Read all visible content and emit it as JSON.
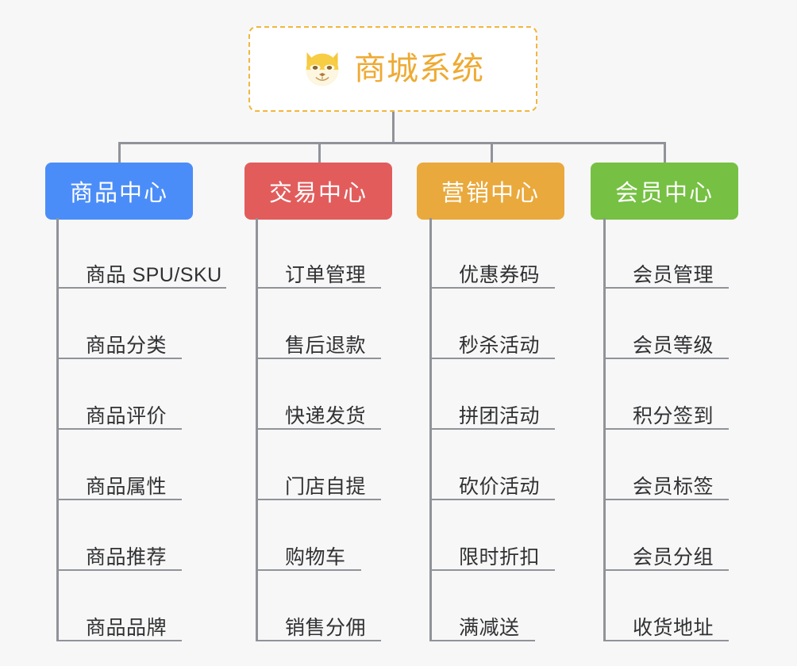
{
  "background_color": "#f7f7f7",
  "root": {
    "title": "商城系统",
    "icon": "shiba-dog-icon",
    "text_color": "#eeaa33",
    "border_color": "#f0b73e",
    "background_color": "#ffffff"
  },
  "connector_color": "#909399",
  "columns": [
    {
      "title": "商品中心",
      "color": "#4b8df8",
      "items": [
        {
          "label": "商品 SPU/SKU"
        },
        {
          "label": "商品分类"
        },
        {
          "label": "商品评价"
        },
        {
          "label": "商品属性"
        },
        {
          "label": "商品推荐"
        },
        {
          "label": "商品品牌"
        }
      ]
    },
    {
      "title": "交易中心",
      "color": "#e25c5c",
      "items": [
        {
          "label": "订单管理"
        },
        {
          "label": "售后退款"
        },
        {
          "label": "快递发货"
        },
        {
          "label": "门店自提"
        },
        {
          "label": "购物车"
        },
        {
          "label": "销售分佣"
        }
      ]
    },
    {
      "title": "营销中心",
      "color": "#eaa93c",
      "items": [
        {
          "label": "优惠券码"
        },
        {
          "label": "秒杀活动"
        },
        {
          "label": "拼团活动"
        },
        {
          "label": "砍价活动"
        },
        {
          "label": "限时折扣"
        },
        {
          "label": "满减送"
        }
      ]
    },
    {
      "title": "会员中心",
      "color": "#76c043",
      "items": [
        {
          "label": "会员管理"
        },
        {
          "label": "会员等级"
        },
        {
          "label": "积分签到"
        },
        {
          "label": "会员标签"
        },
        {
          "label": "会员分组"
        },
        {
          "label": "收货地址"
        }
      ]
    }
  ]
}
